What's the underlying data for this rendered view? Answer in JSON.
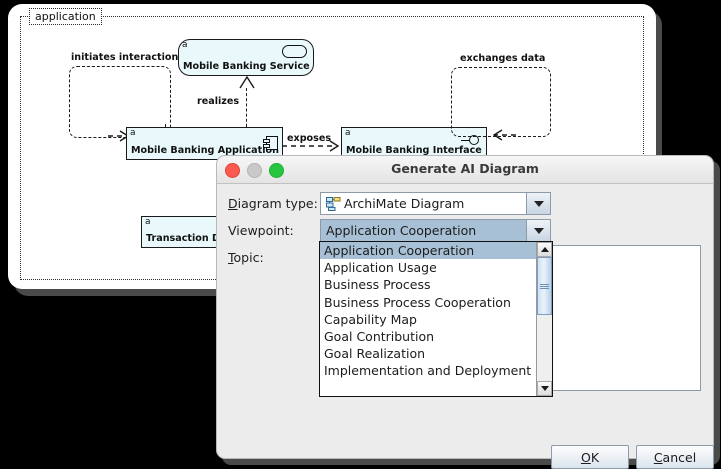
{
  "background_window": {
    "diagram": {
      "group_label": "application",
      "elements": [
        {
          "id": "mobile-banking-service",
          "tag": "a",
          "name": "Mobile Banking Service",
          "shape": "rounded-service"
        },
        {
          "id": "mobile-banking-application",
          "tag": "a",
          "name": "Mobile Banking Application",
          "shape": "component"
        },
        {
          "id": "mobile-banking-interface",
          "tag": "a",
          "name": "Mobile Banking Interface",
          "shape": "interface"
        },
        {
          "id": "transaction-data",
          "tag": "a",
          "name": "Transaction Data",
          "shape": "data-object"
        }
      ],
      "relationship_labels": [
        {
          "id": "initiates-interaction",
          "text": "initiates interaction"
        },
        {
          "id": "realizes",
          "text": "realizes"
        },
        {
          "id": "exposes",
          "text": "exposes"
        },
        {
          "id": "exchanges-data",
          "text": "exchanges data"
        }
      ]
    }
  },
  "dialog": {
    "title": "Generate AI Diagram",
    "window_controls": {
      "close": "close-button",
      "minimize": "minimize-button",
      "maximize": "maximize-button"
    },
    "fields": {
      "diagram_type": {
        "label_prefix": "",
        "label_mnemonic": "D",
        "label_rest": "iagram type:",
        "value": "ArchiMate Diagram",
        "icon": "archimate-diagram-icon"
      },
      "viewpoint": {
        "label": "Viewpoint:",
        "value": "Application Cooperation"
      },
      "topic": {
        "label_mnemonic": "T",
        "label_rest": "opic:",
        "value": "",
        "placeholder": ""
      }
    },
    "dropdown": {
      "open": true,
      "selected_index": 0,
      "options": [
        "Application Cooperation",
        "Application Usage",
        "Business Process",
        "Business Process Cooperation",
        "Capability Map",
        "Goal Contribution",
        "Goal Realization",
        "Implementation and Deployment"
      ]
    },
    "buttons": {
      "ok": {
        "mnemonic": "O",
        "rest": "K"
      },
      "cancel": {
        "mnemonic": "C",
        "rest": "ancel"
      }
    }
  },
  "colors": {
    "archimate_fill": "#e8f8fb",
    "selection": "#a8c0d6",
    "dialog_bg": "#ececec",
    "shadow": "#4a4a4a"
  }
}
